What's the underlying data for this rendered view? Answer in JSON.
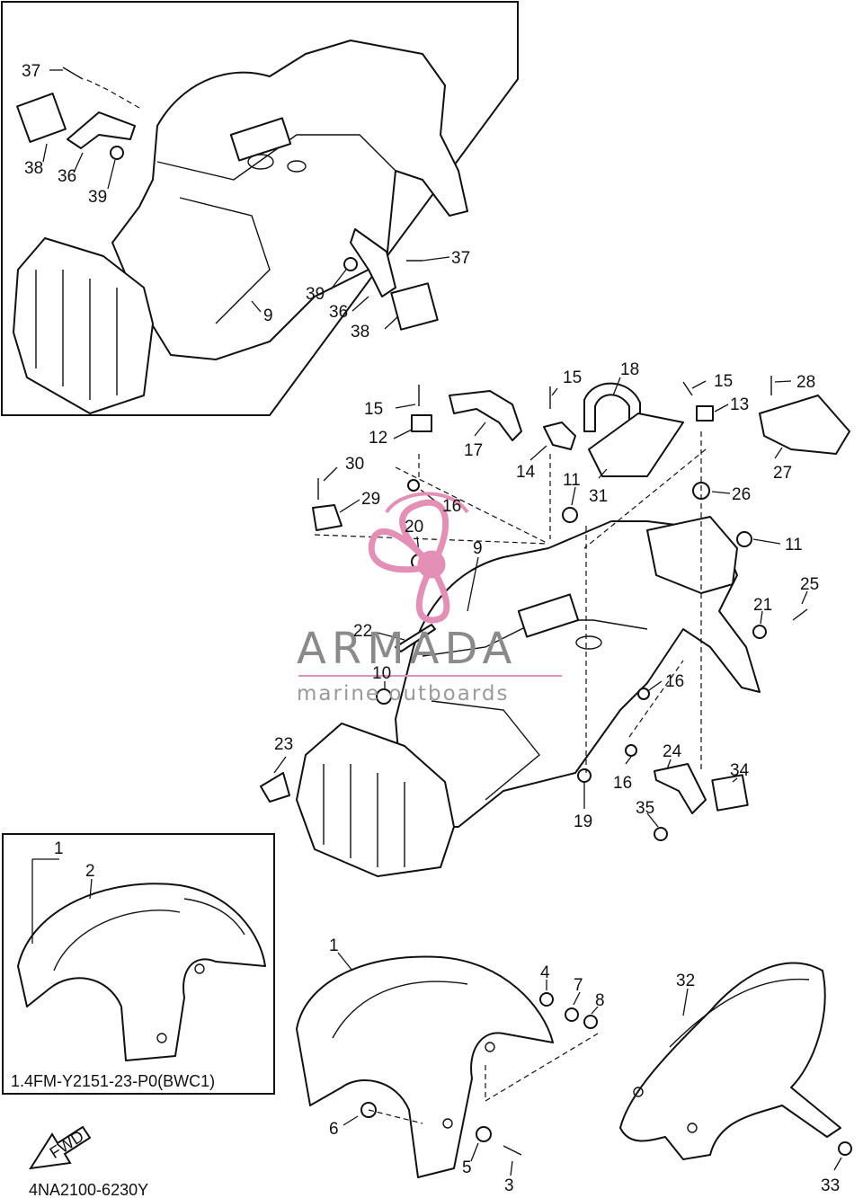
{
  "inset_bottom_caption": "1.4FM-Y2151-23-P0(BWC1)",
  "document_code": "4NA2100-6230Y",
  "fwd_arrow_text": "FWD",
  "watermark": {
    "brand": "ARMADA",
    "tagline": "marine outboards",
    "accent_color": "#e48fb6"
  },
  "callouts": {
    "c37a": "37",
    "c38a": "38",
    "c36a": "36",
    "c39a": "39",
    "c37b": "37",
    "c39b": "39",
    "c36b": "36",
    "c38b": "38",
    "c9a": "9",
    "c15a": "15",
    "c12": "12",
    "c17": "17",
    "c15b": "15",
    "c18": "18",
    "c14": "14",
    "c31": "31",
    "c15c": "15",
    "c13": "13",
    "c28": "28",
    "c27": "27",
    "c30": "30",
    "c16a": "16",
    "c29": "29",
    "c11a": "11",
    "c26": "26",
    "c20": "20",
    "c9b": "9",
    "c11b": "11",
    "c21": "21",
    "c25": "25",
    "c22": "22",
    "c10": "10",
    "c16b": "16",
    "c23": "23",
    "c24": "24",
    "c34": "34",
    "c16c": "16",
    "c19": "19",
    "c35": "35",
    "c1a": "1",
    "c2": "2",
    "c1b": "1",
    "c4": "4",
    "c7": "7",
    "c8": "8",
    "c32": "32",
    "c6": "6",
    "c5": "5",
    "c3": "3",
    "c33": "33"
  }
}
